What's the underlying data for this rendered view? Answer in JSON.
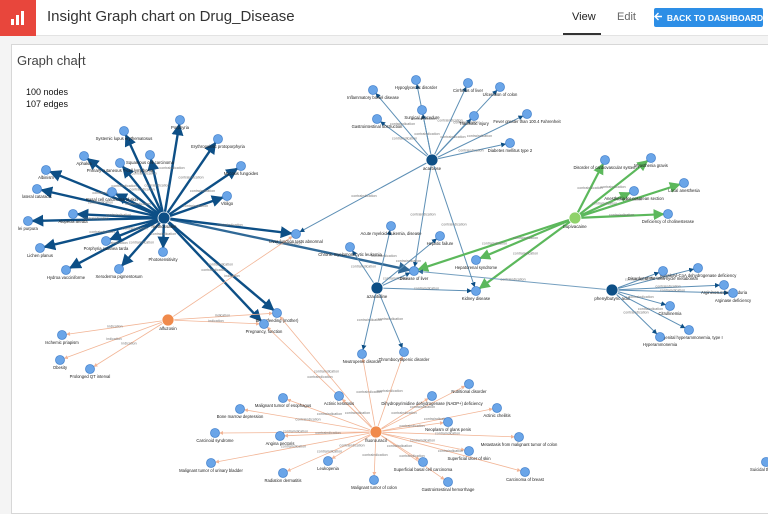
{
  "header": {
    "title": "Insight Graph chart on Drug_Disease",
    "tabs": [
      {
        "label": "View",
        "active": true
      },
      {
        "label": "Edit",
        "active": false
      }
    ],
    "back_button": "BACK TO DASHBOARD"
  },
  "panel": {
    "title": "Graph chart",
    "nodes_text": "100 nodes",
    "edges_text": "107 edges"
  },
  "colors": {
    "brand": "#e8463c",
    "accent": "#2d8ee6",
    "hub_blue": "#0d4f86",
    "node_blue": "#6aa5e8",
    "green": "#5cb85c",
    "orange": "#f08a4b"
  },
  "graph": {
    "clusters": [
      {
        "hub": "methoxsalen",
        "style": "blue",
        "edge_label": "contraindication",
        "targets": [
          "Systemic lupus erythematosus",
          "Porphyria",
          "Erythropoietic protoporphyria",
          "Aphakia",
          "Squamous cell carcinoma",
          "Albinism",
          "Primary cutaneous T-cell lymphoma",
          "Mycosis fungoides",
          "Basal cell carcinoma of skin",
          "lateral cataracts",
          "Vitiligo",
          "Alopecia areata",
          "Porphyria cutanea tarda",
          "Lichen planus",
          "Hydroa vacciniforme",
          "Xeroderma pigmentosum",
          "Photosensitivity",
          "Breastfeeding (mother)",
          "Pregnancy, function",
          "Disease of liver",
          "Liver function tests abnormal",
          "lei purpura"
        ]
      },
      {
        "hub": "acarbose",
        "style": "blue",
        "edge_label": "contraindication",
        "targets": [
          "Hypoglycemic disorder",
          "Cirrhosis of liver",
          "Inflammatory bowel disease",
          "Surgical procedure",
          "Ulceration of colon",
          "Gastrointestinal obstruction",
          "Traumatic injury",
          "Fever greater than 100.4 Fahrenheit",
          "Diabetes mellitus type 2",
          "Liver function tests abnormal",
          "Disease of liver",
          "Kidney disease"
        ]
      },
      {
        "hub": "azacitidine",
        "style": "blue",
        "edge_label": "contraindication",
        "targets": [
          "Acute myeloid leukemia, disease",
          "Hepatic failure",
          "Chronic myelomonocytic leukemia",
          "Disease of liver",
          "Neutropenic disorder",
          "Thrombocytopenic disorder",
          "Kidney disease"
        ]
      },
      {
        "hub": "bupivacaine",
        "style": "green",
        "edge_label": "contraindication",
        "targets": [
          "Disorder of cardiovascular system",
          "Myasthenia gravis",
          "Local anesthesia",
          "Anesthesia for cesarean section",
          "Deficiency of cholinesterase",
          "Hepatorenal syndrome",
          "Disease of liver",
          "Kidney disease"
        ]
      },
      {
        "hub": "phenylbutyric acid",
        "style": "blue",
        "edge_label": "contraindication",
        "targets": [
          "Isovaleryl-CoA dehydrogenase deficiency",
          "Disorder of the urea cycle metabolism",
          "Argininosuccinic aciduria",
          "Arginase deficiency",
          "Citrullinemia",
          "Congenital hyperammonemia, type I",
          "Hyperammonemia",
          "Disease of liver"
        ]
      },
      {
        "hub": "alfuzosin",
        "style": "orange",
        "edge_label": "indication",
        "targets": [
          "Ischemic priapism",
          "Obesity",
          "Prolonged QT interval",
          "Breastfeeding (mother)",
          "Pregnancy, function",
          "Liver function tests abnormal"
        ]
      },
      {
        "hub": "fluorouracil",
        "style": "orange",
        "edge_label": "contraindication",
        "targets": [
          "Malignant tumor of esophagus",
          "Actinic keratosis",
          "Dihydropyrimidine dehydrogenase (NADP+) deficiency",
          "Nutritional disorder",
          "Bone marrow depression",
          "Actinic cheilitis",
          "Carcinoid syndrome",
          "Angina pectoris",
          "Neoplasm of glans penis",
          "Metastasis from malignant tumor of colon",
          "Malignant tumor of urinary bladder",
          "Leukopenia",
          "Superficial ulcer of skin",
          "Superficial basal cell carcinoma",
          "Radiation dermatitis",
          "Carcinoma of breast",
          "Malignant tumor of colon",
          "Gastrointestinal hemorrhage",
          "Breastfeeding (mother)",
          "Pregnancy, function",
          "Neutropenic disorder",
          "Thrombocytopenic disorder"
        ]
      }
    ],
    "extra_node_labels": [
      "Suicidal thoughts"
    ]
  }
}
